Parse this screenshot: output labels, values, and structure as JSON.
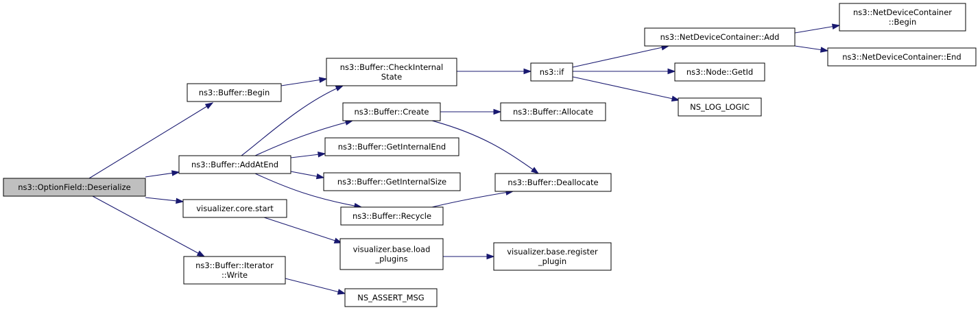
{
  "colors": {
    "edge": "#191970",
    "root_fill": "#bfbfbf",
    "node_fill": "#ffffff",
    "border": "#000000"
  },
  "nodes": {
    "root": [
      "ns3::OptionField::Deserialize"
    ],
    "begin": [
      "ns3::Buffer::Begin"
    ],
    "checkstate": [
      "ns3::Buffer::CheckInternal",
      "State"
    ],
    "addatend": [
      "ns3::Buffer::AddAtEnd"
    ],
    "create": [
      "ns3::Buffer::Create"
    ],
    "getend": [
      "ns3::Buffer::GetInternalEnd"
    ],
    "getsize": [
      "ns3::Buffer::GetInternalSize"
    ],
    "recycle": [
      "ns3::Buffer::Recycle"
    ],
    "allocate": [
      "ns3::Buffer::Allocate"
    ],
    "deallocate": [
      "ns3::Buffer::Deallocate"
    ],
    "if": [
      "ns3::if"
    ],
    "ndcadd": [
      "ns3::NetDeviceContainer::Add"
    ],
    "ndcbegin": [
      "ns3::NetDeviceContainer",
      "::Begin"
    ],
    "ndcend": [
      "ns3::NetDeviceContainer::End"
    ],
    "getid": [
      "ns3::Node::GetId"
    ],
    "nslog": [
      "NS_LOG_LOGIC"
    ],
    "vstart": [
      "visualizer.core.start"
    ],
    "vload": [
      "visualizer.base.load",
      "_plugins"
    ],
    "vreg": [
      "visualizer.base.register",
      "_plugin"
    ],
    "iwrite": [
      "ns3::Buffer::Iterator",
      "::Write"
    ],
    "nsassert": [
      "NS_ASSERT_MSG"
    ]
  }
}
